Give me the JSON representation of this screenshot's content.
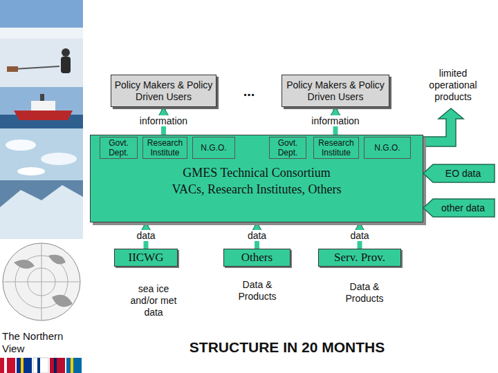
{
  "diagram": {
    "nodes": [
      {
        "text": [
          "Policy Makers & Policy Driven Users"
        ]
      },
      {
        "text": [
          "Policy Makers & Policy Driven Users"
        ]
      },
      {
        "text": [
          "GMES Technical Consortium",
          "VACs, Research Institutes, Others"
        ]
      },
      {
        "text": [
          "Govt. Dept."
        ],
        "in": 2
      },
      {
        "text": [
          "Research Institute"
        ],
        "in": 2
      },
      {
        "text": [
          "N.G.O."
        ],
        "in": 2
      },
      {
        "text": [
          "Govt. Dept."
        ],
        "in": 2
      },
      {
        "text": [
          "Research Institute"
        ],
        "in": 2
      },
      {
        "text": [
          "N.G.O."
        ],
        "in": 2
      },
      {
        "text": [
          "IICWG"
        ]
      },
      {
        "text": [
          "Others"
        ]
      },
      {
        "text": [
          "Serv. Prov."
        ]
      },
      {
        "text": [
          "EO data"
        ]
      },
      {
        "text": [
          "other data"
        ]
      }
    ],
    "edges": [
      {
        "from": 2,
        "to": 0,
        "label": "information",
        "arrow": "to"
      },
      {
        "from": 2,
        "to": 1,
        "label": "information",
        "arrow": "to"
      },
      {
        "from": 9,
        "to": 2,
        "label": "data",
        "arrow": "to"
      },
      {
        "from": 10,
        "to": 2,
        "label": "data",
        "arrow": "to"
      },
      {
        "from": 11,
        "to": 2,
        "label": "data",
        "arrow": "to"
      }
    ],
    "labels": [
      "...",
      "limited operational products",
      "sea ice and/or met data",
      "Data & Products",
      "Data & Products",
      "STRUCTURE IN 20 MONTHS",
      "The Northern View"
    ]
  }
}
